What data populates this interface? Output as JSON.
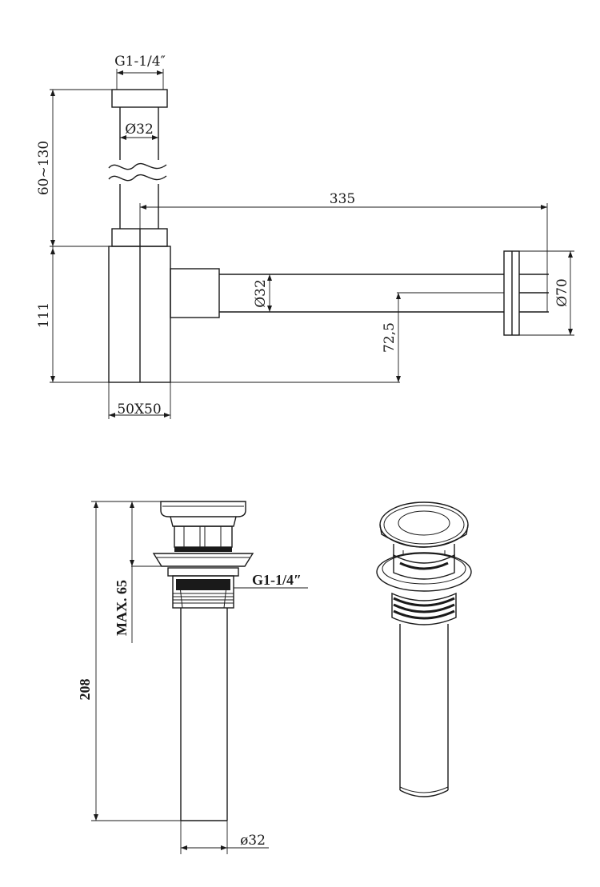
{
  "top_view": {
    "thread_label": "G1-1/4″",
    "pipe_diameter_label": "Ø32",
    "height_range_label": "60~130",
    "length_label": "335",
    "body_height_label": "111",
    "body_size_label": "50X50",
    "outlet_diameter_label": "Ø32",
    "flange_diameter_label": "Ø70",
    "outlet_height_label": "72,5"
  },
  "bottom_view": {
    "total_height_label": "208",
    "max_label": "MAX. 65",
    "thread_label": "G1-1/4″",
    "tail_diameter_label": "ø32"
  }
}
